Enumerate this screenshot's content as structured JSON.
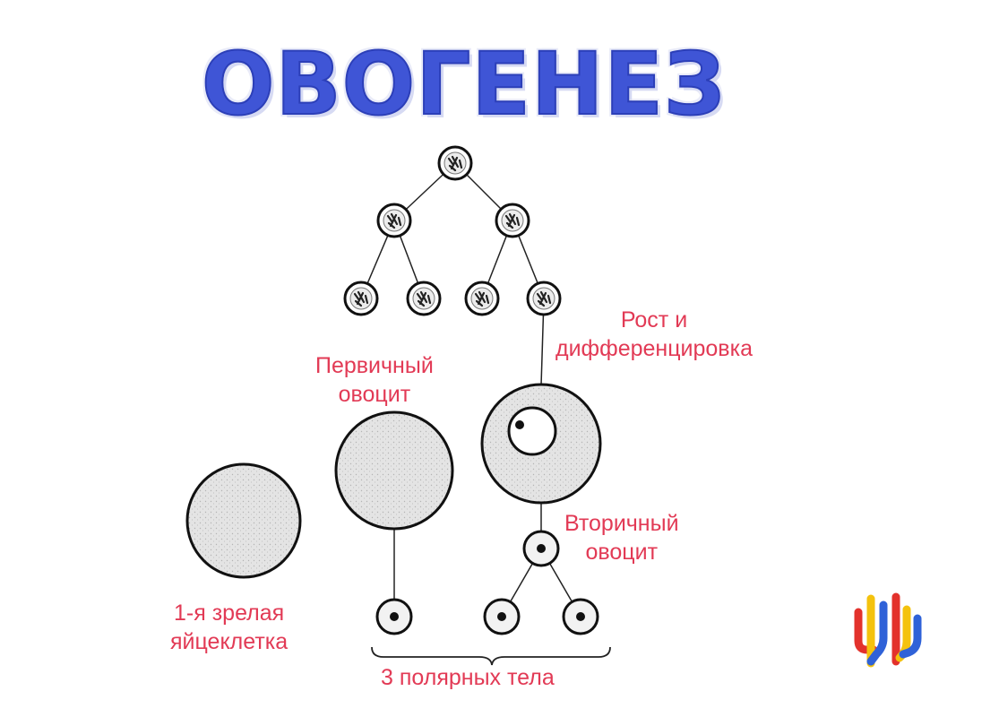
{
  "title": "ОВОГЕНЕЗ",
  "labels": {
    "growth": [
      "Рост и",
      "дифференцировка"
    ],
    "primary": [
      "Первичный",
      "овоцит"
    ],
    "secondary": [
      "Вторичный",
      "овоцит"
    ],
    "egg": [
      "1-я зрелая",
      "яйцеклетка"
    ],
    "polar": "3 полярных тела"
  },
  "colors": {
    "title": "#3f55d6",
    "label": "#e23a55",
    "logo": [
      "#e3322c",
      "#f4c20d",
      "#2f62d8",
      "#e23a8c"
    ]
  },
  "icons": [
    "logo-icon"
  ]
}
